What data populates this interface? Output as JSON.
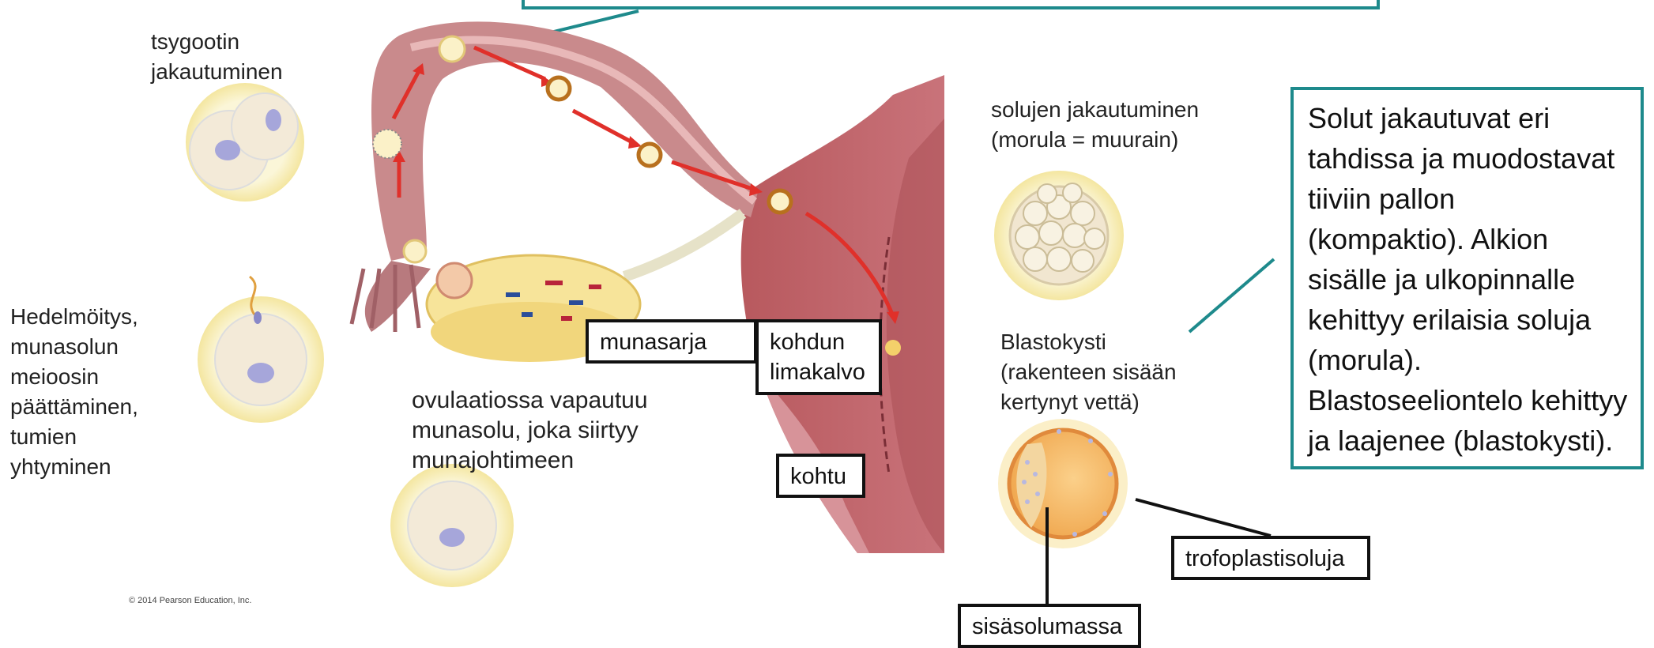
{
  "labels": {
    "zygote_division": [
      "tsygootin",
      "jakautuminen"
    ],
    "fertilization": [
      "Hedelmöitys,",
      "munasolun",
      "meioosin",
      "päättäminen,",
      "tumien",
      "yhtyminen"
    ],
    "ovulation": [
      "ovulaatiossa vapautuu",
      "munasolu, joka siirtyy",
      "munajohtimeen"
    ],
    "cell_division": [
      "solujen jakautuminen",
      "(morula = muurain)"
    ],
    "blastocyst": [
      "Blastokysti",
      "(rakenteen sisään",
      "kertynyt vettä)"
    ]
  },
  "boxes": {
    "ovary": "munasarja",
    "endometrium": [
      "kohdun",
      "limakalvo"
    ],
    "uterus": "kohtu",
    "trophoblast": "trofoplastisoluja",
    "inner_cell_mass": "sisäsolumassa"
  },
  "callout": {
    "lines": [
      "Solut jakautuvat eri",
      "tahdissa ja  muodostavat",
      "tiiviin pallon",
      "(kompaktio).  Alkion",
      "sisälle ja ulkopinnalle",
      "kehittyy erilaisia soluja",
      "(morula).",
      "Blastoseeliontelo kehittyy",
      "ja laajenee (blastokysti)."
    ]
  },
  "copyright": "© 2014 Pearson Education, Inc.",
  "colors": {
    "callout_border": "#1e8a8c",
    "tube_tissue": "#c98a8c",
    "arrow": "#e0302a",
    "egg_halo": "#f6eaa8"
  }
}
